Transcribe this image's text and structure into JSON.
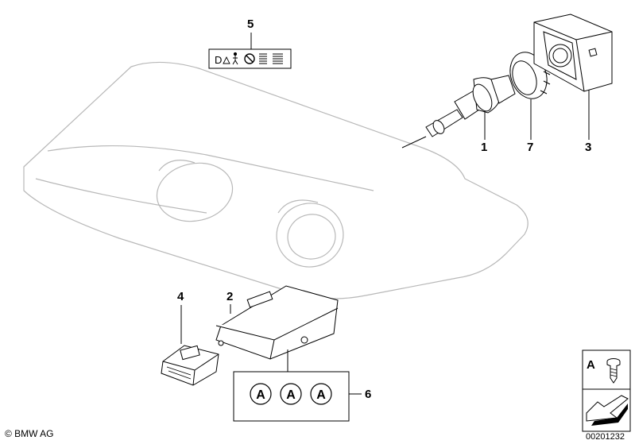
{
  "callouts": {
    "label_kit": "5",
    "bulb": "1",
    "ring": "7",
    "igniter": "3",
    "control_unit": "2",
    "small_module": "4",
    "screw_set": "6"
  },
  "screw_set_letters": [
    "A",
    "A",
    "A"
  ],
  "fastener_legend": {
    "letter": "A"
  },
  "copyright": "© BMW AG",
  "drawing_number": "00201232"
}
